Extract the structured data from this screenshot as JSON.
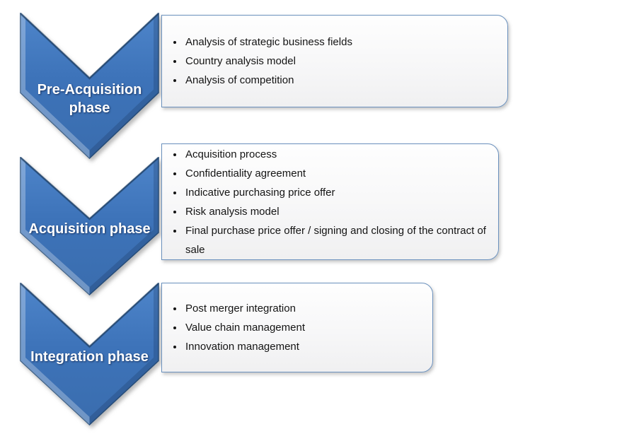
{
  "diagram": {
    "type": "chevron-list",
    "accent_colors": {
      "chevron_blue": "#3d73b9",
      "chevron_blue_light": "#4e85ca",
      "chevron_edge_dark": "#1f4066",
      "box_border_blue": "#6b91be",
      "box_fill": "#f7f7f8",
      "label_text": "#ffffff",
      "bullet_text": "#141414"
    },
    "phases": [
      {
        "label": "Pre-Acquisition phase",
        "bullets": [
          "Analysis of strategic business fields",
          "Country analysis model",
          "Analysis of competition"
        ]
      },
      {
        "label": "Acquisition phase",
        "bullets": [
          "Acquisition process",
          "Confidentiality agreement",
          "Indicative purchasing price offer",
          "Risk analysis model",
          "Final purchase price offer / signing and closing of the contract of sale"
        ]
      },
      {
        "label": "Integration phase",
        "bullets": [
          "Post merger integration",
          "Value chain management",
          "Innovation management"
        ]
      }
    ]
  }
}
